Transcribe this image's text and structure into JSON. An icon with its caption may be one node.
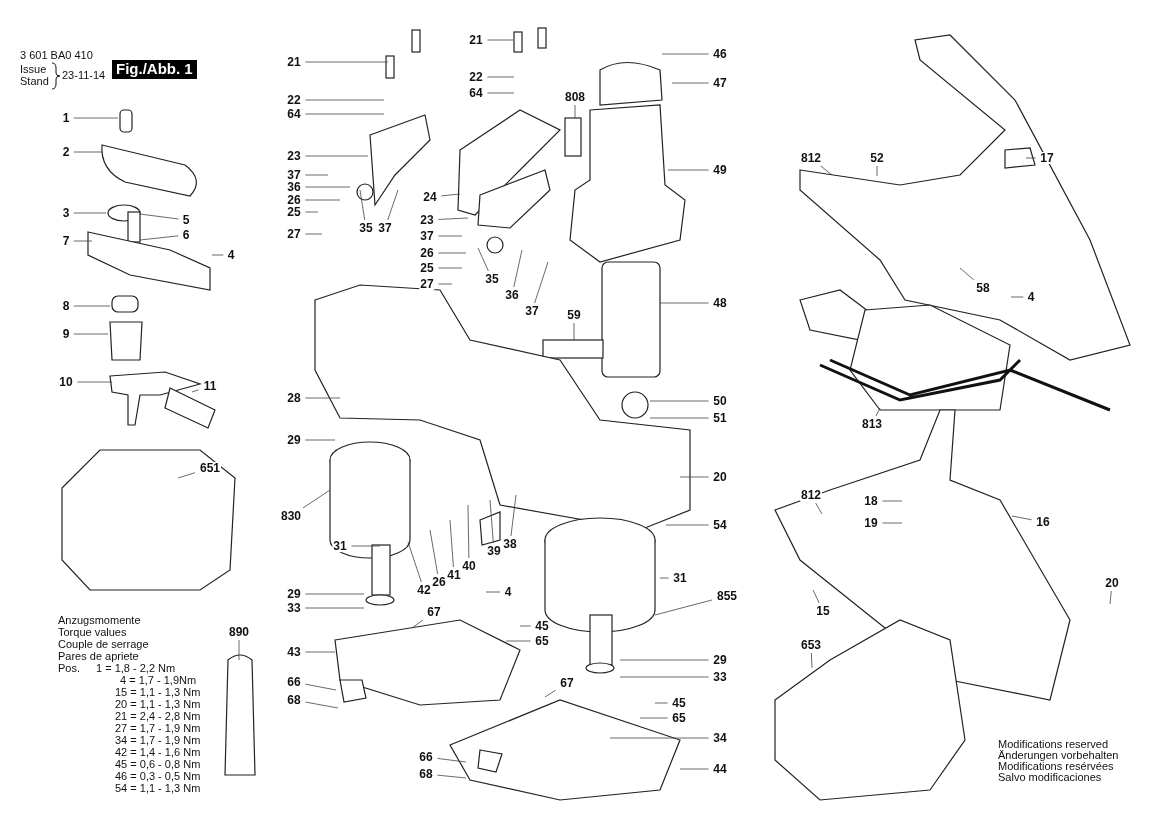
{
  "diagram": {
    "nodes": [
      {
        "text": [
          "1"
        ]
      },
      {
        "text": [
          "2"
        ]
      },
      {
        "text": [
          "3"
        ]
      },
      {
        "text": [
          "5"
        ]
      },
      {
        "text": [
          "6"
        ]
      },
      {
        "text": [
          "7"
        ]
      },
      {
        "text": [
          "4"
        ]
      },
      {
        "text": [
          "8"
        ]
      },
      {
        "text": [
          "9"
        ]
      },
      {
        "text": [
          "10"
        ]
      },
      {
        "text": [
          "11"
        ]
      },
      {
        "text": [
          "651"
        ]
      },
      {
        "text": [
          "21"
        ]
      },
      {
        "text": [
          "22"
        ]
      },
      {
        "text": [
          "64"
        ]
      },
      {
        "text": [
          "23"
        ]
      },
      {
        "text": [
          "37"
        ]
      },
      {
        "text": [
          "36"
        ]
      },
      {
        "text": [
          "26"
        ]
      },
      {
        "text": [
          "25"
        ]
      },
      {
        "text": [
          "27"
        ]
      },
      {
        "text": [
          "35"
        ]
      },
      {
        "text": [
          "37"
        ]
      },
      {
        "text": [
          "24"
        ]
      },
      {
        "text": [
          "23"
        ]
      },
      {
        "text": [
          "37"
        ]
      },
      {
        "text": [
          "26"
        ]
      },
      {
        "text": [
          "25"
        ]
      },
      {
        "text": [
          "27"
        ]
      },
      {
        "text": [
          "35"
        ]
      },
      {
        "text": [
          "36"
        ]
      },
      {
        "text": [
          "37"
        ]
      },
      {
        "text": [
          "21"
        ]
      },
      {
        "text": [
          "22"
        ]
      },
      {
        "text": [
          "64"
        ]
      },
      {
        "text": [
          "808"
        ]
      },
      {
        "text": [
          "46"
        ]
      },
      {
        "text": [
          "47"
        ]
      },
      {
        "text": [
          "49"
        ]
      },
      {
        "text": [
          "48"
        ]
      },
      {
        "text": [
          "59"
        ]
      },
      {
        "text": [
          "50"
        ]
      },
      {
        "text": [
          "51"
        ]
      },
      {
        "text": [
          "28"
        ]
      },
      {
        "text": [
          "29"
        ]
      },
      {
        "text": [
          "830"
        ]
      },
      {
        "text": [
          "31"
        ]
      },
      {
        "text": [
          "20"
        ]
      },
      {
        "text": [
          "54"
        ]
      },
      {
        "text": [
          "39"
        ]
      },
      {
        "text": [
          "38"
        ]
      },
      {
        "text": [
          "40"
        ]
      },
      {
        "text": [
          "42"
        ]
      },
      {
        "text": [
          "26"
        ]
      },
      {
        "text": [
          "41"
        ]
      },
      {
        "text": [
          "4"
        ]
      },
      {
        "text": [
          "29"
        ]
      },
      {
        "text": [
          "33"
        ]
      },
      {
        "text": [
          "67"
        ]
      },
      {
        "text": [
          "45"
        ]
      },
      {
        "text": [
          "65"
        ]
      },
      {
        "text": [
          "31"
        ]
      },
      {
        "text": [
          "855"
        ]
      },
      {
        "text": [
          "43"
        ]
      },
      {
        "text": [
          "29"
        ]
      },
      {
        "text": [
          "33"
        ]
      },
      {
        "text": [
          "66"
        ]
      },
      {
        "text": [
          "68"
        ]
      },
      {
        "text": [
          "67"
        ]
      },
      {
        "text": [
          "45"
        ]
      },
      {
        "text": [
          "65"
        ]
      },
      {
        "text": [
          "34"
        ]
      },
      {
        "text": [
          "66"
        ]
      },
      {
        "text": [
          "68"
        ]
      },
      {
        "text": [
          "44"
        ]
      },
      {
        "text": [
          "890"
        ]
      },
      {
        "text": [
          "812"
        ]
      },
      {
        "text": [
          "52"
        ]
      },
      {
        "text": [
          "17"
        ]
      },
      {
        "text": [
          "58"
        ]
      },
      {
        "text": [
          "4"
        ]
      },
      {
        "text": [
          "813"
        ]
      },
      {
        "text": [
          "812"
        ]
      },
      {
        "text": [
          "18"
        ]
      },
      {
        "text": [
          "19"
        ]
      },
      {
        "text": [
          "16"
        ]
      },
      {
        "text": [
          "20"
        ]
      },
      {
        "text": [
          "15"
        ]
      },
      {
        "text": [
          "653"
        ]
      }
    ],
    "edges": [
      {
        "from": 0,
        "to": null,
        "arrow": "none"
      },
      {
        "from": 1,
        "to": null,
        "arrow": "none"
      },
      {
        "from": 2,
        "to": null,
        "arrow": "none"
      },
      {
        "from": 3,
        "to": null,
        "arrow": "none"
      },
      {
        "from": 4,
        "to": null,
        "arrow": "none"
      },
      {
        "from": 5,
        "to": null,
        "arrow": "none"
      },
      {
        "from": 6,
        "to": null,
        "arrow": "none"
      },
      {
        "from": 7,
        "to": null,
        "arrow": "none"
      },
      {
        "from": 8,
        "to": null,
        "arrow": "none"
      },
      {
        "from": 9,
        "to": null,
        "arrow": "none"
      },
      {
        "from": 10,
        "to": null,
        "arrow": "none"
      },
      {
        "from": 11,
        "to": null,
        "arrow": "none"
      },
      {
        "from": 12,
        "to": null,
        "arrow": "none"
      },
      {
        "from": 13,
        "to": null,
        "arrow": "none"
      },
      {
        "from": 14,
        "to": null,
        "arrow": "none"
      },
      {
        "from": 15,
        "to": null,
        "arrow": "none"
      },
      {
        "from": 16,
        "to": null,
        "arrow": "none"
      },
      {
        "from": 17,
        "to": null,
        "arrow": "none"
      },
      {
        "from": 18,
        "to": null,
        "arrow": "none"
      },
      {
        "from": 19,
        "to": null,
        "arrow": "none"
      },
      {
        "from": 20,
        "to": null,
        "arrow": "none"
      },
      {
        "from": 21,
        "to": null,
        "arrow": "none"
      },
      {
        "from": 22,
        "to": null,
        "arrow": "none"
      },
      {
        "from": 23,
        "to": null,
        "arrow": "none"
      },
      {
        "from": 24,
        "to": null,
        "arrow": "none"
      },
      {
        "from": 25,
        "to": null,
        "arrow": "none"
      },
      {
        "from": 26,
        "to": null,
        "arrow": "none"
      },
      {
        "from": 27,
        "to": null,
        "arrow": "none"
      },
      {
        "from": 28,
        "to": null,
        "arrow": "none"
      },
      {
        "from": 29,
        "to": null,
        "arrow": "none"
      },
      {
        "from": 30,
        "to": null,
        "arrow": "none"
      },
      {
        "from": 31,
        "to": null,
        "arrow": "none"
      },
      {
        "from": 32,
        "to": null,
        "arrow": "none"
      },
      {
        "from": 33,
        "to": null,
        "arrow": "none"
      },
      {
        "from": 34,
        "to": null,
        "arrow": "none"
      },
      {
        "from": 35,
        "to": null,
        "arrow": "none"
      },
      {
        "from": 36,
        "to": null,
        "arrow": "none"
      },
      {
        "from": 37,
        "to": null,
        "arrow": "none"
      },
      {
        "from": 38,
        "to": null,
        "arrow": "none"
      },
      {
        "from": 39,
        "to": null,
        "arrow": "none"
      },
      {
        "from": 40,
        "to": null,
        "arrow": "none"
      },
      {
        "from": 41,
        "to": null,
        "arrow": "none"
      },
      {
        "from": 42,
        "to": null,
        "arrow": "none"
      },
      {
        "from": 43,
        "to": null,
        "arrow": "none"
      },
      {
        "from": 44,
        "to": null,
        "arrow": "none"
      },
      {
        "from": 45,
        "to": null,
        "arrow": "none"
      },
      {
        "from": 46,
        "to": null,
        "arrow": "none"
      },
      {
        "from": 47,
        "to": null,
        "arrow": "none"
      },
      {
        "from": 48,
        "to": null,
        "arrow": "none"
      },
      {
        "from": 49,
        "to": null,
        "arrow": "none"
      },
      {
        "from": 50,
        "to": null,
        "arrow": "none"
      },
      {
        "from": 51,
        "to": null,
        "arrow": "none"
      },
      {
        "from": 52,
        "to": null,
        "arrow": "none"
      },
      {
        "from": 53,
        "to": null,
        "arrow": "none"
      },
      {
        "from": 54,
        "to": null,
        "arrow": "none"
      },
      {
        "from": 55,
        "to": null,
        "arrow": "none"
      },
      {
        "from": 56,
        "to": null,
        "arrow": "none"
      },
      {
        "from": 57,
        "to": null,
        "arrow": "none"
      },
      {
        "from": 58,
        "to": null,
        "arrow": "none"
      },
      {
        "from": 59,
        "to": null,
        "arrow": "none"
      },
      {
        "from": 60,
        "to": null,
        "arrow": "none"
      },
      {
        "from": 61,
        "to": null,
        "arrow": "none"
      },
      {
        "from": 62,
        "to": null,
        "arrow": "none"
      },
      {
        "from": 63,
        "to": null,
        "arrow": "none"
      },
      {
        "from": 64,
        "to": null,
        "arrow": "none"
      },
      {
        "from": 65,
        "to": null,
        "arrow": "none"
      },
      {
        "from": 66,
        "to": null,
        "arrow": "none"
      },
      {
        "from": 67,
        "to": null,
        "arrow": "none"
      },
      {
        "from": 68,
        "to": null,
        "arrow": "none"
      },
      {
        "from": 69,
        "to": null,
        "arrow": "none"
      },
      {
        "from": 70,
        "to": null,
        "arrow": "none"
      },
      {
        "from": 71,
        "to": null,
        "arrow": "none"
      },
      {
        "from": 72,
        "to": null,
        "arrow": "none"
      },
      {
        "from": 73,
        "to": null,
        "arrow": "none"
      },
      {
        "from": 74,
        "to": null,
        "arrow": "none"
      },
      {
        "from": 75,
        "to": null,
        "arrow": "none"
      },
      {
        "from": 76,
        "to": null,
        "arrow": "none"
      },
      {
        "from": 77,
        "to": null,
        "arrow": "none"
      },
      {
        "from": 78,
        "to": null,
        "arrow": "none"
      },
      {
        "from": 79,
        "to": null,
        "arrow": "none"
      },
      {
        "from": 80,
        "to": null,
        "arrow": "none"
      },
      {
        "from": 81,
        "to": null,
        "arrow": "none"
      },
      {
        "from": 82,
        "to": null,
        "arrow": "none"
      },
      {
        "from": 83,
        "to": null,
        "arrow": "none"
      },
      {
        "from": 84,
        "to": null,
        "arrow": "none"
      },
      {
        "from": 85,
        "to": null,
        "arrow": "none"
      },
      {
        "from": 86,
        "to": null,
        "arrow": "none"
      },
      {
        "from": 87,
        "to": null,
        "arrow": "none"
      },
      {
        "from": 88,
        "to": null,
        "arrow": "none"
      }
    ],
    "labels": [
      "3 601 BA0 410",
      "Issue",
      "Stand",
      "23-11-14",
      "Fig./Abb. 1",
      "Anzugsmomente",
      "Torque values",
      "Couple de serrage",
      "Pares de apriete",
      "Pos.",
      "1 = 1,8 - 2,2 Nm",
      "4 = 1,7 - 1,9Nm",
      "15 = 1,1 - 1,3 Nm",
      "20 = 1,1 - 1,3 Nm",
      "21 = 2,4 - 2,8 Nm",
      "27 = 1,7 - 1,9 Nm",
      "34 = 1,7 - 1,9 Nm",
      "42 = 1,4 - 1,6 Nm",
      "45 = 0,6 - 0,8 Nm",
      "46 = 0,3 - 0,5 Nm",
      "54 = 1,1 - 1,3 Nm",
      "Modifications reserved",
      "Änderungen vorbehalten",
      "Modifications resérvées",
      "Salvo modificaciones"
    ]
  }
}
